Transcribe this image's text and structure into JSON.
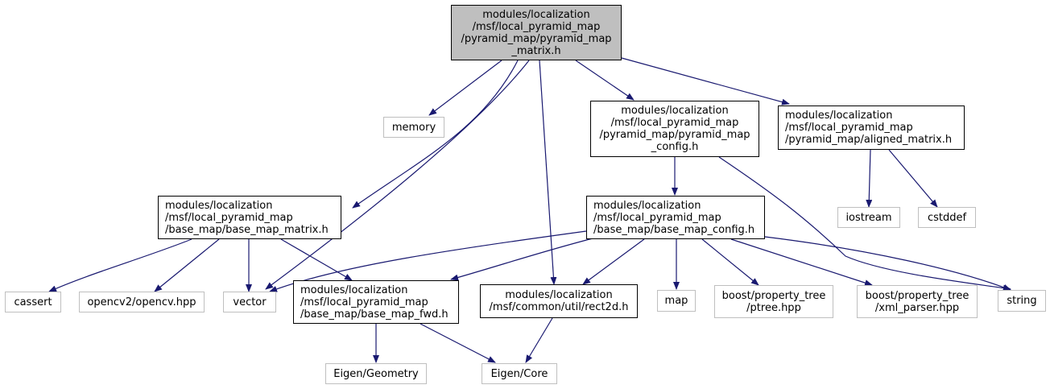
{
  "graph": {
    "edge_color": "#191970",
    "root_fill": "#bfbfbf",
    "external_border": "#bfbfbf",
    "nodes": {
      "root": {
        "lines": [
          "modules/localization",
          "/msf/local_pyramid_map",
          "/pyramid_map/pyramid_map",
          "_matrix.h"
        ]
      },
      "memory": {
        "lines": [
          "memory"
        ]
      },
      "pyramid_map_config": {
        "lines": [
          "modules/localization",
          "/msf/local_pyramid_map",
          "/pyramid_map/pyramid_map",
          "_config.h"
        ]
      },
      "aligned_matrix": {
        "lines": [
          "modules/localization",
          "/msf/local_pyramid_map",
          "/pyramid_map/aligned_matrix.h"
        ]
      },
      "base_map_matrix": {
        "lines": [
          "modules/localization",
          "/msf/local_pyramid_map",
          "/base_map/base_map_matrix.h"
        ]
      },
      "base_map_config": {
        "lines": [
          "modules/localization",
          "/msf/local_pyramid_map",
          "/base_map/base_map_config.h"
        ]
      },
      "iostream": {
        "lines": [
          "iostream"
        ]
      },
      "cstddef": {
        "lines": [
          "cstddef"
        ]
      },
      "cassert": {
        "lines": [
          "cassert"
        ]
      },
      "opencv": {
        "lines": [
          "opencv2/opencv.hpp"
        ]
      },
      "vector": {
        "lines": [
          "vector"
        ]
      },
      "base_map_fwd": {
        "lines": [
          "modules/localization",
          "/msf/local_pyramid_map",
          "/base_map/base_map_fwd.h"
        ]
      },
      "rect2d": {
        "lines": [
          "modules/localization",
          "/msf/common/util/rect2d.h"
        ]
      },
      "map": {
        "lines": [
          "map"
        ]
      },
      "ptree": {
        "lines": [
          "boost/property_tree",
          "/ptree.hpp"
        ]
      },
      "xml_parser": {
        "lines": [
          "boost/property_tree",
          "/xml_parser.hpp"
        ]
      },
      "string": {
        "lines": [
          "string"
        ]
      },
      "eigen_geometry": {
        "lines": [
          "Eigen/Geometry"
        ]
      },
      "eigen_core": {
        "lines": [
          "Eigen/Core"
        ]
      }
    }
  }
}
